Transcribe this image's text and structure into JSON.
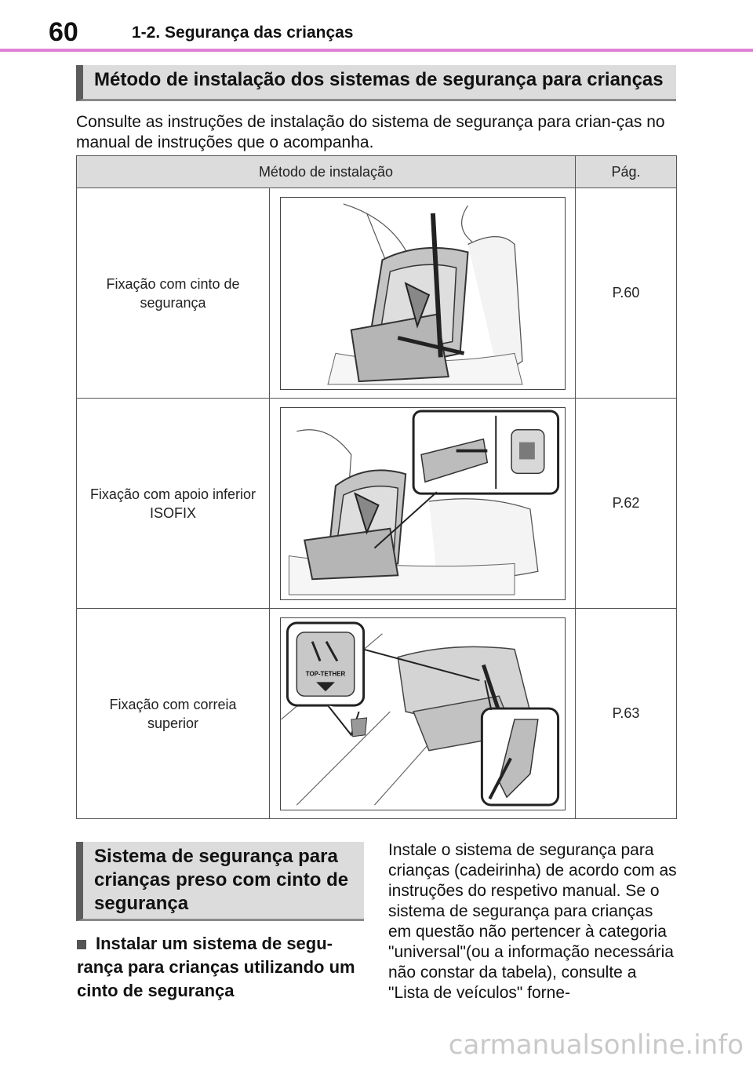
{
  "header": {
    "page_number": "60",
    "section": "1-2. Segurança das crianças"
  },
  "section1": {
    "heading": "Método de instalação dos sistemas de segurança para crianças",
    "intro": "Consulte as instruções de instalação do sistema de segurança para crian-ças no manual de instruções que o acompanha."
  },
  "table": {
    "col_method": "Método de instalação",
    "col_page": "Pág.",
    "rows": [
      {
        "label": "Fixação com cinto de segurança",
        "page": "P.60"
      },
      {
        "label": "Fixação com apoio inferior ISOFIX",
        "page": "P.62"
      },
      {
        "label": "Fixação com correia superior",
        "page": "P.63"
      }
    ],
    "tether_label": "TOP-TETHER"
  },
  "section2": {
    "heading": "Sistema de segurança para crianças preso com cinto de segurança",
    "bullet": "Instalar um sistema de segu-rança para crianças utilizando um cinto de segurança",
    "body": "Instale o sistema de segurança para crianças (cadeirinha) de acordo com as instruções do respetivo manual. Se o sistema de segurança para crianças em questão não pertencer à categoria \"universal\"(ou a informação necessária não constar da tabela), consulte a \"Lista de veículos\" forne-"
  },
  "footer": {
    "watermark": "carmanualsonline.info"
  }
}
